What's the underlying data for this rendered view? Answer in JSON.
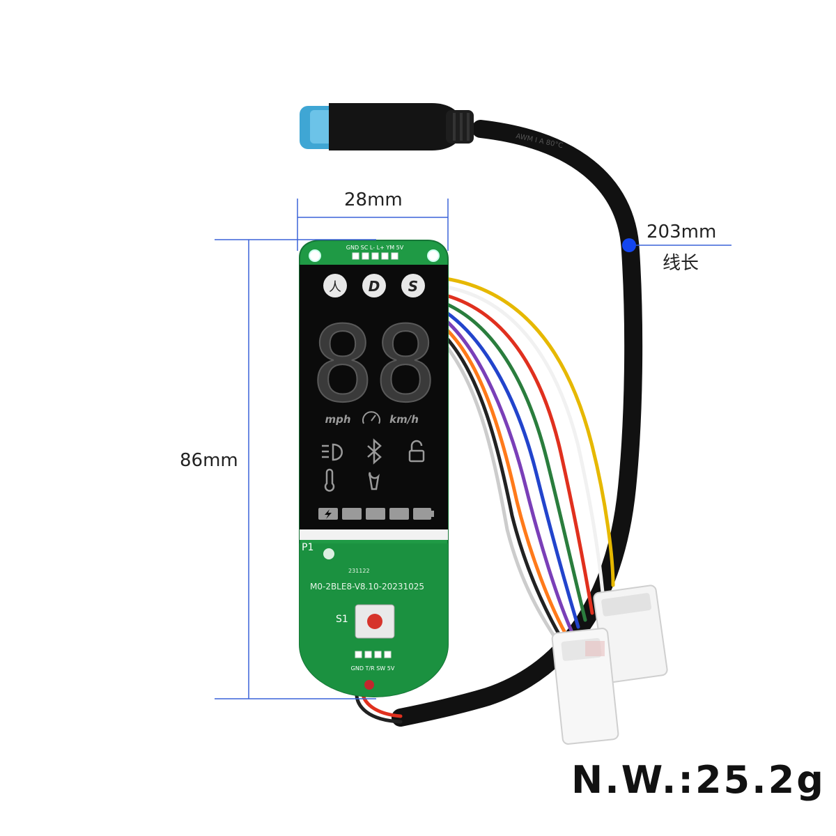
{
  "dimensions": {
    "width_label": "28mm",
    "height_label": "86mm",
    "cable_length_label": "203mm",
    "cable_length_caption": "线长"
  },
  "weight_label": "N.W.:25.2g",
  "board": {
    "top_pin_labels": "GND SC L- L+ YM 5V",
    "bottom_pin_labels": "GND T/R SW 5V",
    "silkscreen_p1": "P1",
    "silkscreen_s1": "S1",
    "date_code": "231122",
    "model_code": "M0-2BLE8-V8.10-20231025"
  },
  "display": {
    "mode_buttons": [
      "人",
      "D",
      "S"
    ],
    "speed_digits": "88",
    "unit_left": "mph",
    "unit_right": "km/h"
  },
  "cable_print": "AWM I A 80°C",
  "colors": {
    "dimension_line": "#3a62d8",
    "cable_dot": "#1446f0",
    "pcb_green": "#1f9a45",
    "display_black": "#0b0b0b",
    "connector_blue": "#3fa6d4"
  }
}
